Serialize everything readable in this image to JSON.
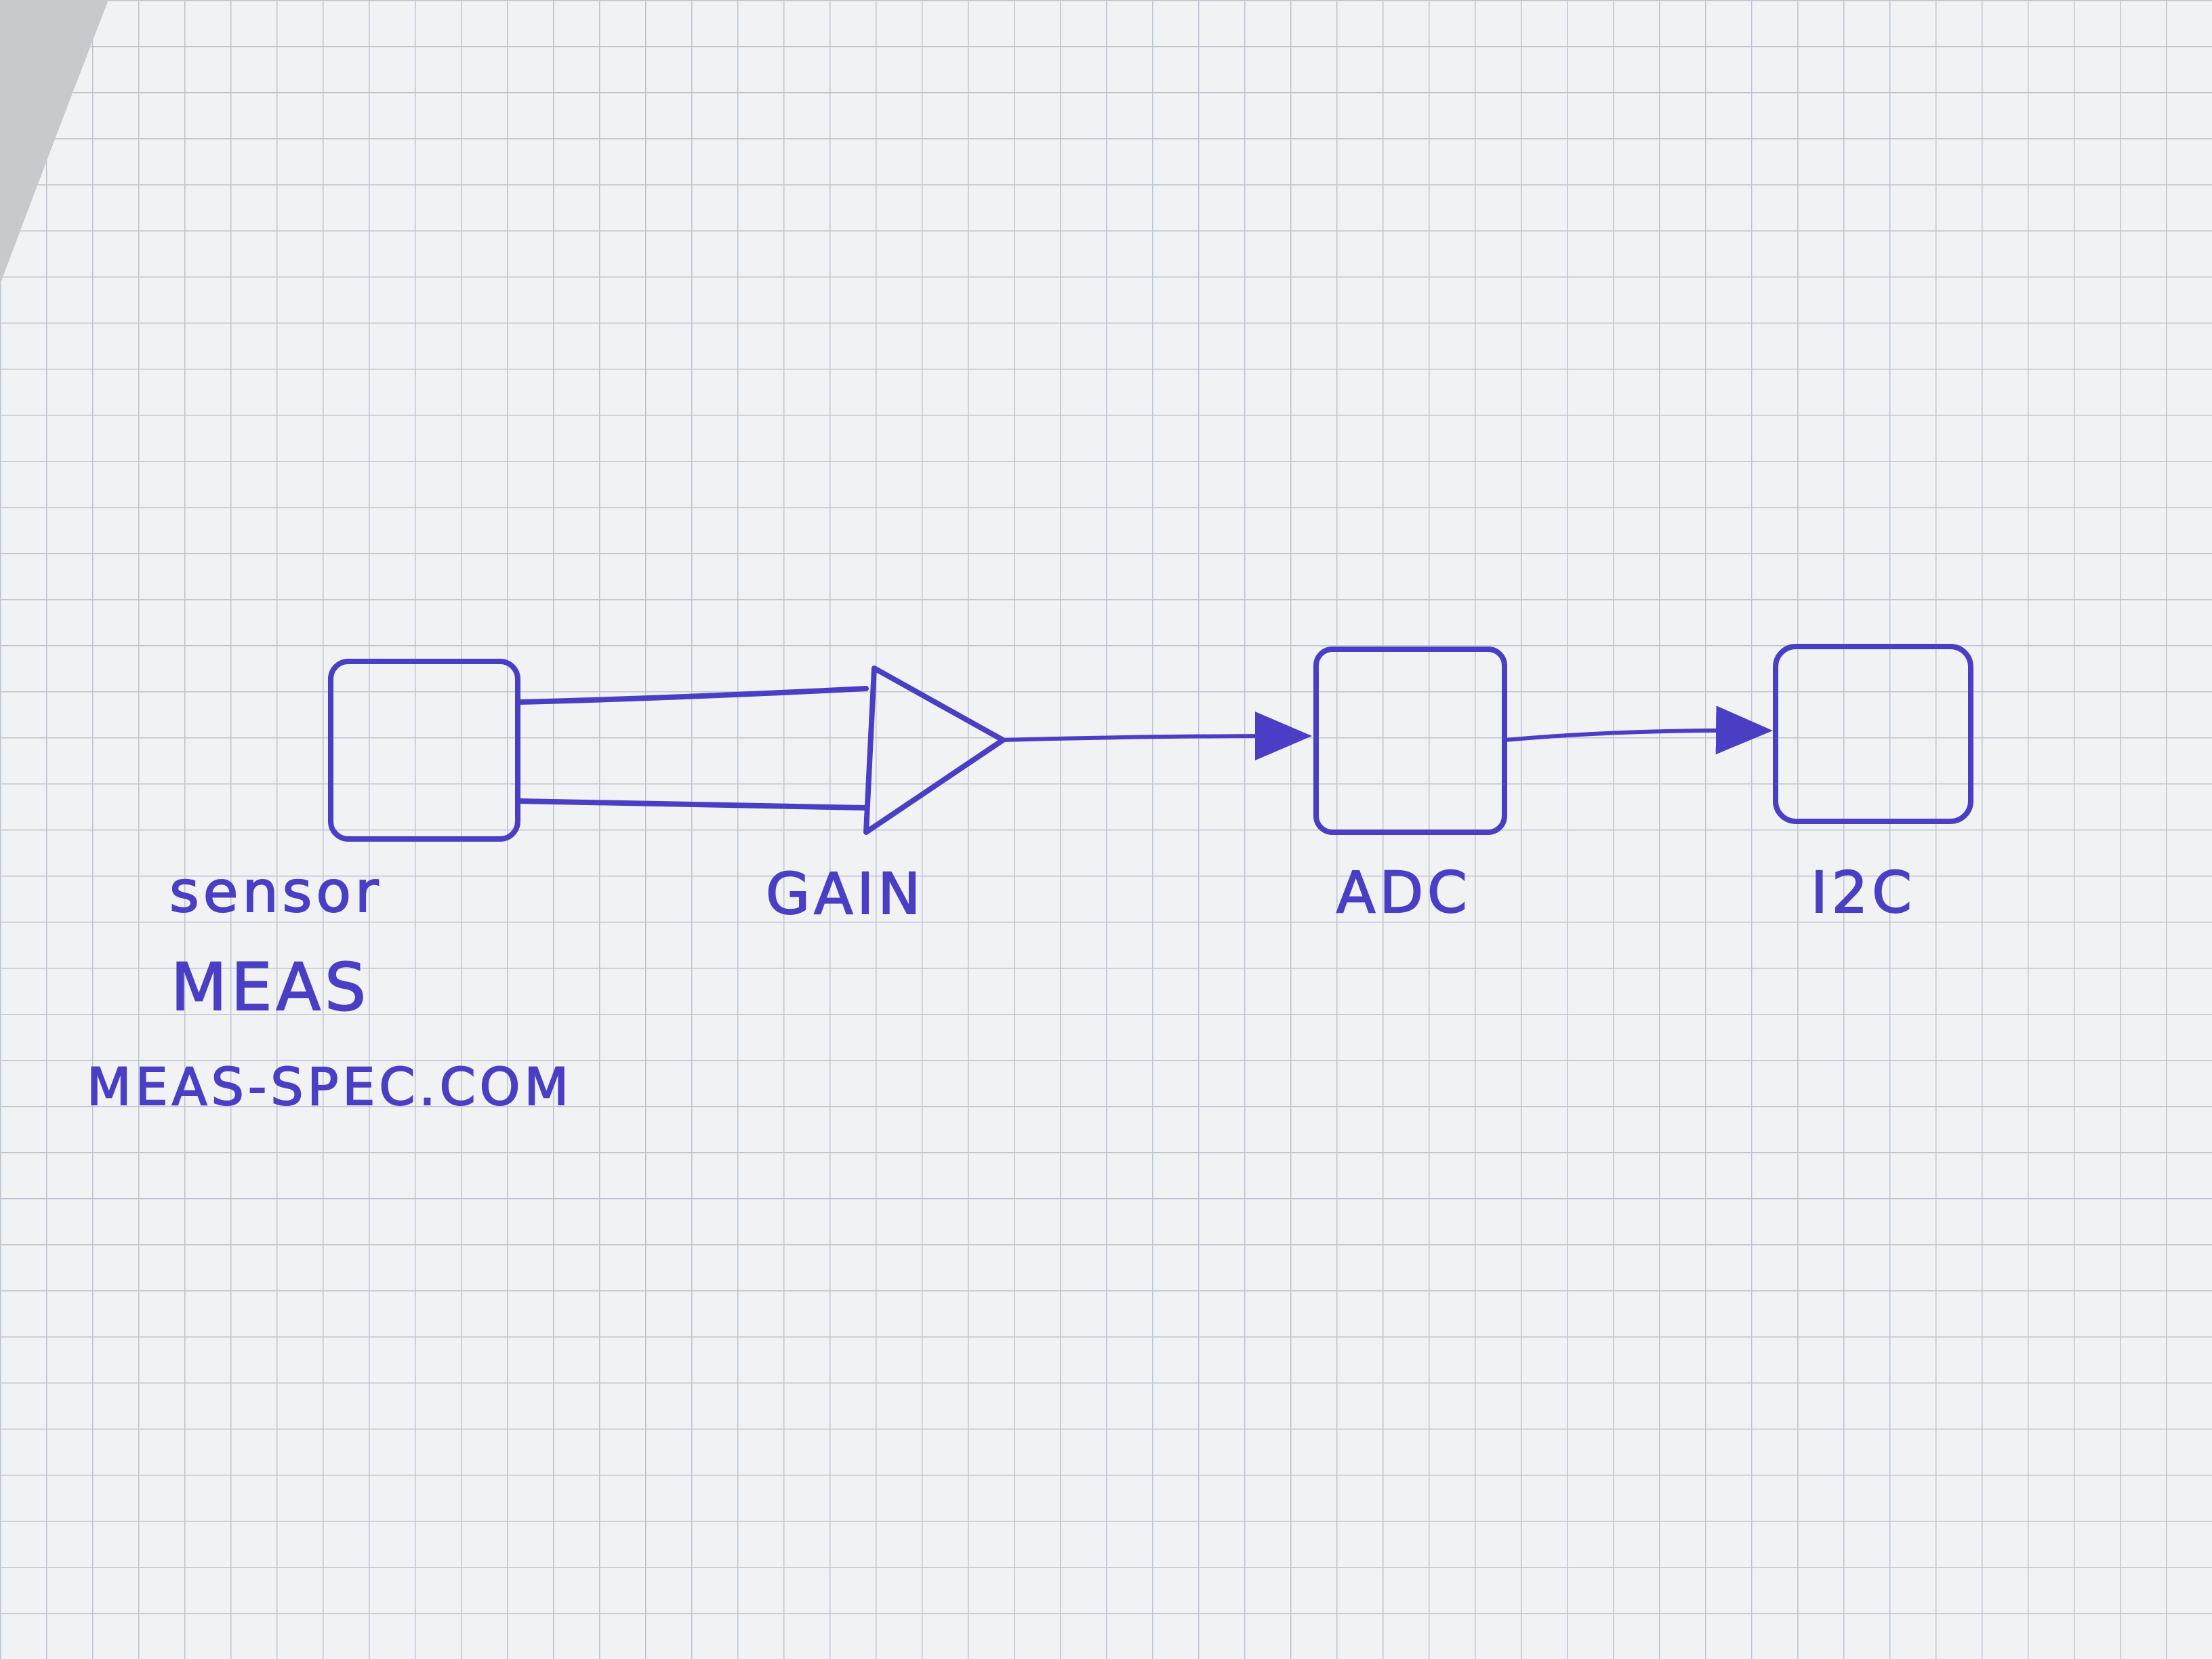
{
  "colors": {
    "ink": "#4a3fc4",
    "grid": "#b9c3cf",
    "paper": "#f1f2f4",
    "background": "#c9cacd"
  },
  "diagram": {
    "blocks": [
      {
        "id": "sensor",
        "shape": "box",
        "label": "sensor",
        "sublabels": [
          "MEAS",
          "MEAS-SPEC.COM"
        ]
      },
      {
        "id": "gain",
        "shape": "triangle",
        "label": "GAIN"
      },
      {
        "id": "adc",
        "shape": "box",
        "label": "ADC"
      },
      {
        "id": "i2c",
        "shape": "box",
        "label": "I2C"
      }
    ],
    "connections": [
      {
        "from": "sensor",
        "to": "gain",
        "style": "double-line"
      },
      {
        "from": "gain",
        "to": "adc",
        "style": "arrow"
      },
      {
        "from": "adc",
        "to": "i2c",
        "style": "arrow"
      }
    ]
  }
}
